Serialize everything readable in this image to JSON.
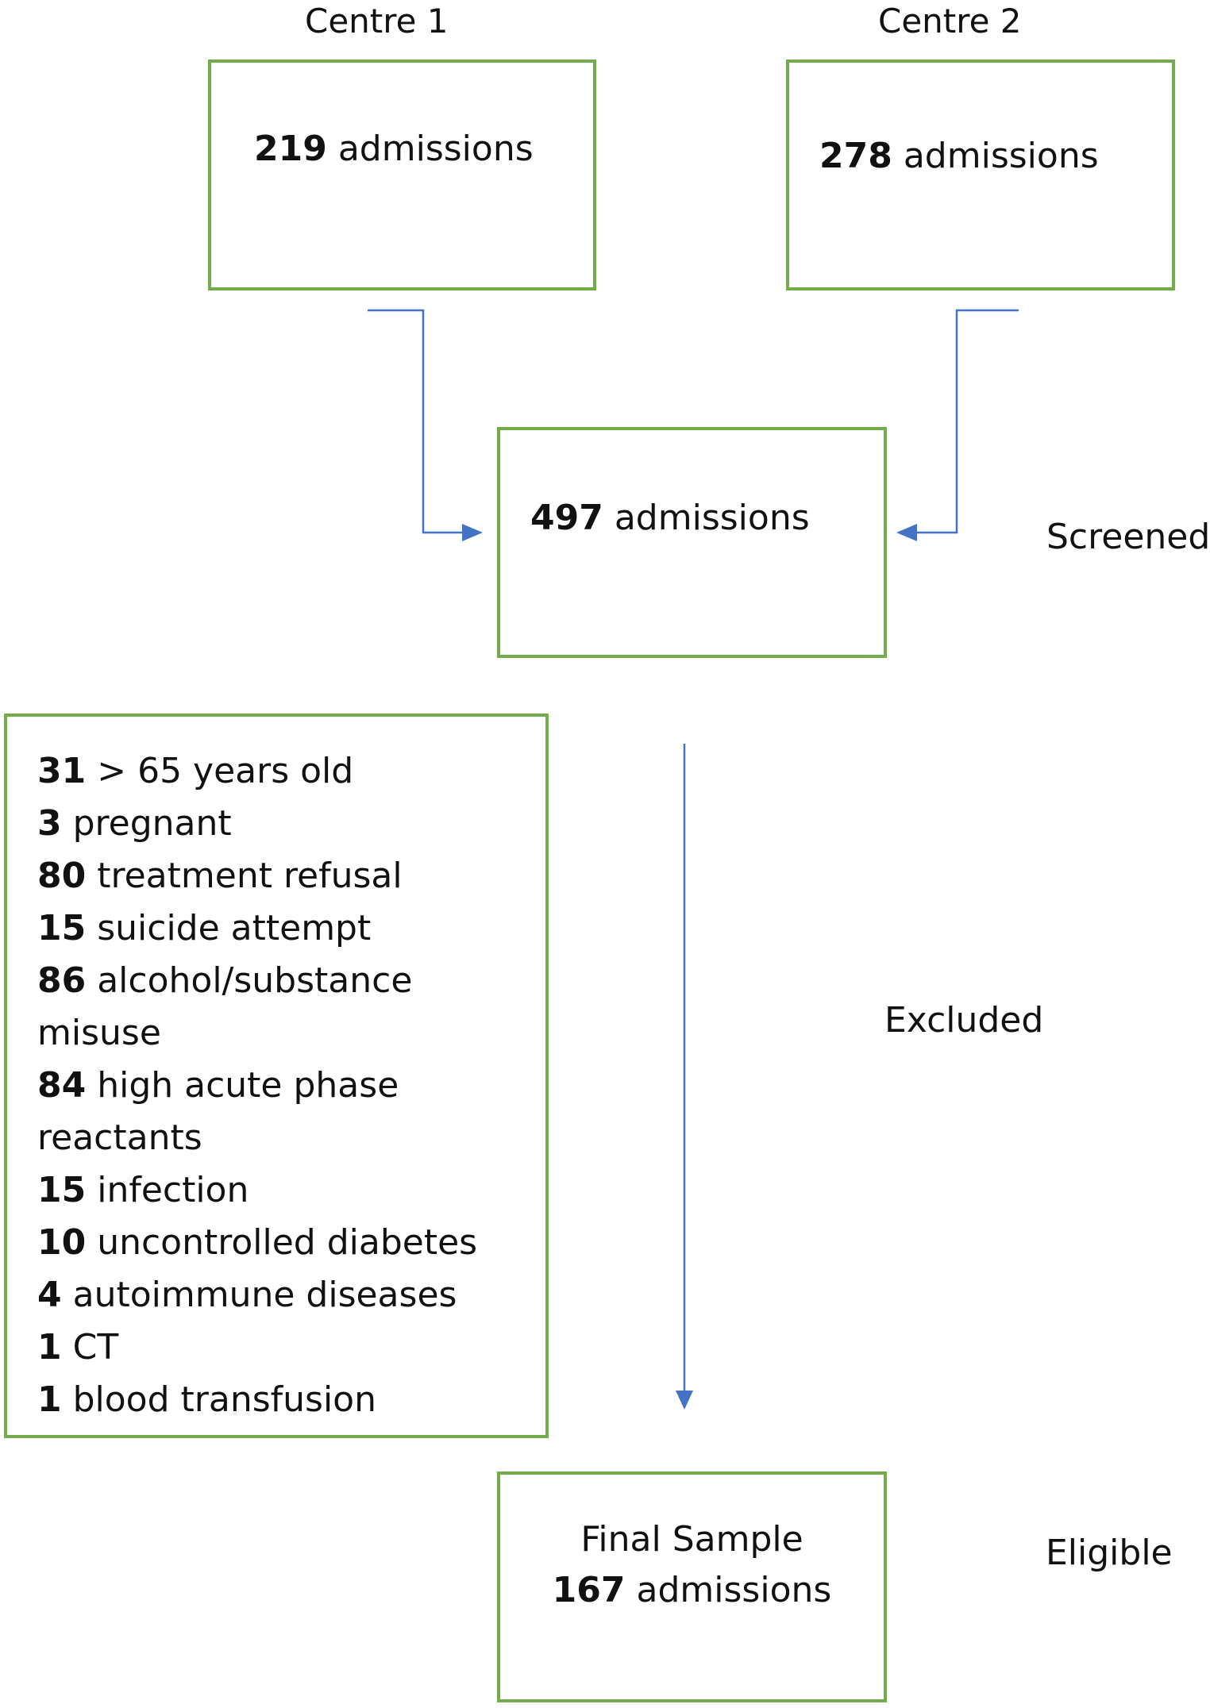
{
  "sources": {
    "centre1": {
      "heading": "Centre 1",
      "count": "219",
      "unit": " admissions"
    },
    "centre2": {
      "heading": "Centre 2",
      "count": "278",
      "unit": " admissions"
    }
  },
  "screened": {
    "count": "497",
    "unit": " admissions",
    "stage_label": "Screened"
  },
  "excluded": {
    "stage_label": "Excluded",
    "items": [
      {
        "count": "31",
        "reason": " > 65 years old"
      },
      {
        "count": "3",
        "reason": " pregnant"
      },
      {
        "count": "80",
        "reason": " treatment refusal"
      },
      {
        "count": "15",
        "reason": " suicide attempt"
      },
      {
        "count": "86",
        "reason": " alcohol/substance"
      },
      {
        "count": "",
        "reason": "misuse"
      },
      {
        "count": "84",
        "reason": " high acute phase"
      },
      {
        "count": "",
        "reason": "reactants"
      },
      {
        "count": "15",
        "reason": " infection"
      },
      {
        "count": "10",
        "reason": " uncontrolled diabetes"
      },
      {
        "count": "4",
        "reason": " autoimmune diseases"
      },
      {
        "count": "1",
        "reason": " CT"
      },
      {
        "count": "1",
        "reason": " blood transfusion"
      }
    ]
  },
  "eligible": {
    "title": "Final Sample",
    "count": "167",
    "unit": " admissions",
    "stage_label": "Eligible"
  },
  "colors": {
    "box_border": "#72ac4d",
    "arrow": "#4472c4",
    "text": "#111111"
  }
}
